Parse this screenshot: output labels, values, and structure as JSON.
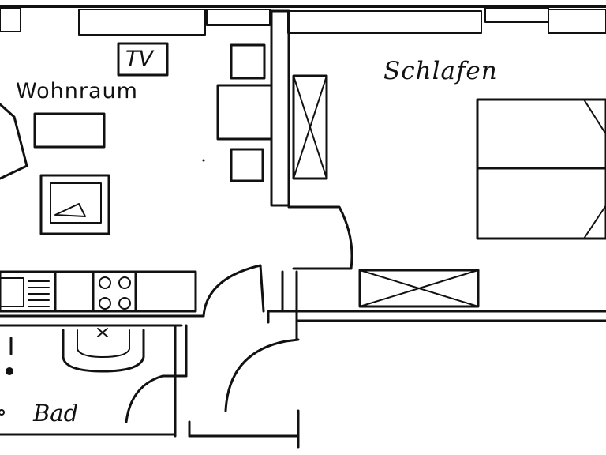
{
  "rooms": {
    "living": "Wohnraum",
    "bedroom": "Schlafen",
    "bath": "Bad"
  },
  "tv_label": "TV"
}
